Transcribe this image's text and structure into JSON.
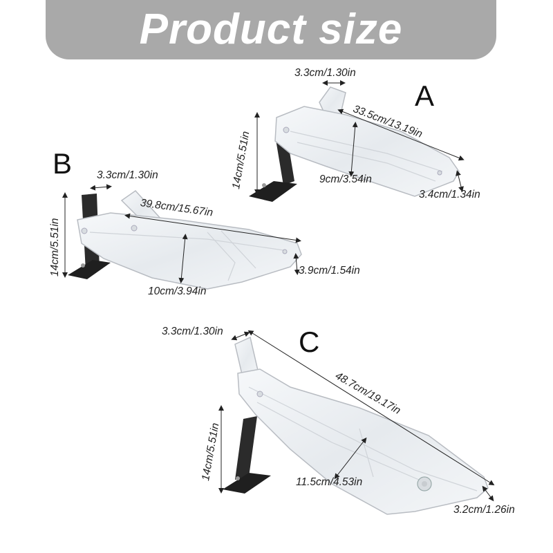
{
  "banner": {
    "title": "Product size"
  },
  "products": [
    {
      "label": "A",
      "dims": {
        "top_width": "3.3cm/1.30in",
        "length": "33.5cm/13.19in",
        "height": "14cm/5.51in",
        "depth": "9cm/3.54in",
        "end_width": "3.4cm/1.34in"
      }
    },
    {
      "label": "B",
      "dims": {
        "top_width": "3.3cm/1.30in",
        "length": "39.8cm/15.67in",
        "height": "14cm/5.51in",
        "depth": "10cm/3.94in",
        "end_width": "3.9cm/1.54in"
      }
    },
    {
      "label": "C",
      "dims": {
        "top_width": "3.3cm/1.30in",
        "length": "48.7cm/19.17in",
        "height": "14cm/5.51in",
        "depth": "11.5cm/4.53in",
        "end_width": "3.2cm/1.26in"
      }
    }
  ],
  "colors": {
    "banner": "#a9a9a9",
    "banner_text": "#ffffff",
    "acrylic_stroke": "#b8bcc2",
    "acrylic_fill": "#eef1f4",
    "bracket": "#2a2a2a"
  }
}
